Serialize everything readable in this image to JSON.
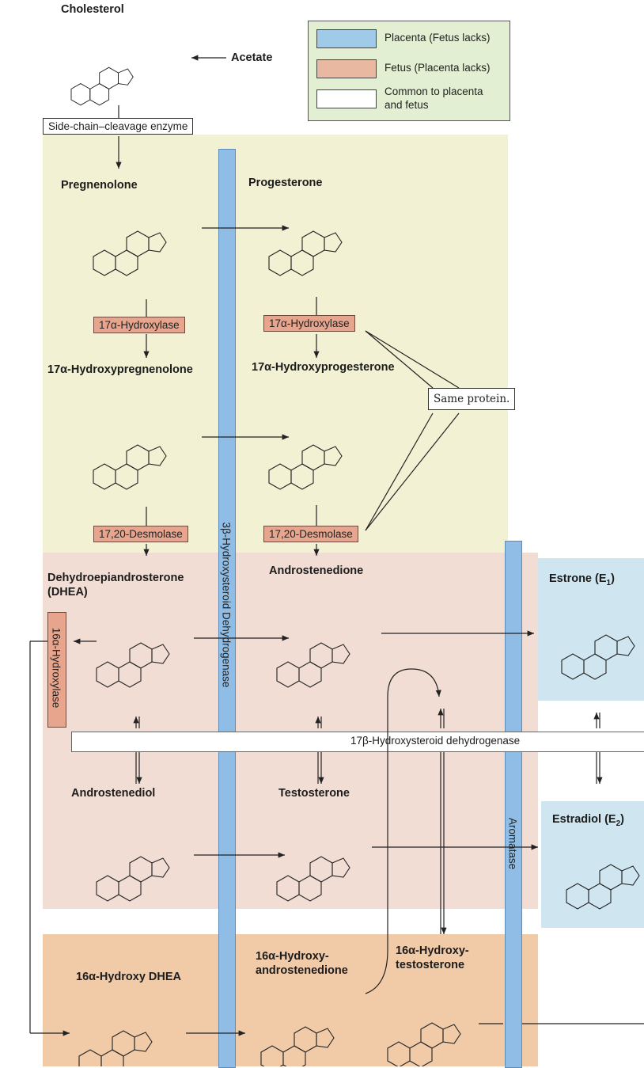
{
  "legend": {
    "placenta": "Placenta (Fetus lacks)",
    "fetus": "Fetus (Placenta lacks)",
    "common_line1": "Common to placenta",
    "common_line2": "and fetus",
    "colors": {
      "placenta": "#9fcbe8",
      "fetus": "#e8b9a0",
      "common": "#ffffff"
    }
  },
  "top": {
    "cholesterol": "Cholesterol",
    "acetate": "Acetate",
    "side_chain_enzyme": "Side-chain–cleavage enzyme"
  },
  "compounds": {
    "pregnenolone": "Pregnenolone",
    "progesterone": "Progesterone",
    "hydroxypregnenolone": "17α-Hydroxypregnenolone",
    "hydroxyprogesterone": "17α-Hydroxyprogesterone",
    "dhea_line1": "Dehydroepiandrosterone",
    "dhea_line2": "(DHEA)",
    "androstenedione": "Androstenedione",
    "estrone": "Estrone (E",
    "estrone_sub": "1",
    "androstenediol": "Androstenediol",
    "testosterone": "Testosterone",
    "estradiol": "Estradiol (E",
    "estradiol_sub": "2",
    "hydroxy_dhea": "16α-Hydroxy DHEA",
    "hydroxy_androstenedione_line1": "16α-Hydroxy-",
    "hydroxy_androstenedione_line2": "androstenedione",
    "hydroxy_testosterone_line1": "16α-Hydroxy-",
    "hydroxy_testosterone_line2": "testosterone"
  },
  "enzymes": {
    "hydroxylase_left": "17α-Hydroxylase",
    "hydroxylase_right": "17α-Hydroxylase",
    "desmolase_left": "17,20-Desmolase",
    "desmolase_right": "17,20-Desmolase",
    "same_protein": "Same protein.",
    "hsd3b": "3β-Hydroxysteroid Dehydrogenase",
    "hydroxylase_16a": "16α-Hydroxylase",
    "hsd17b": "17β-Hydroxysteroid dehydrogenase",
    "aromatase": "Aromatase"
  }
}
